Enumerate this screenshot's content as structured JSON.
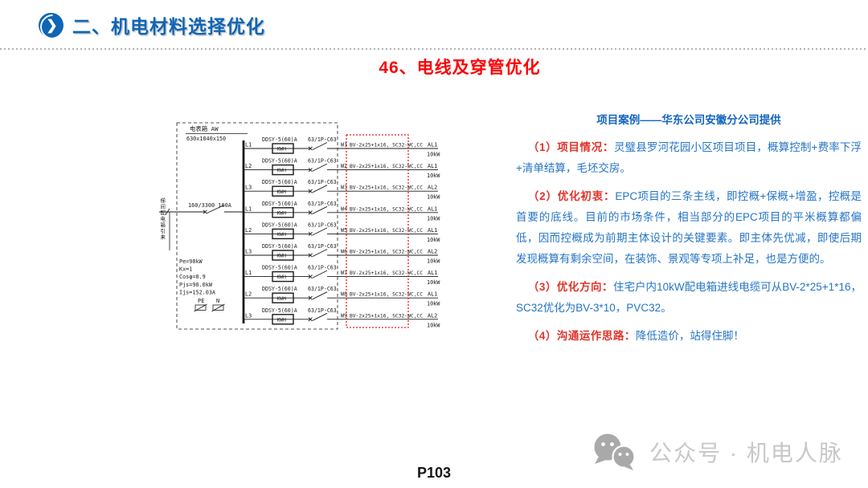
{
  "header": {
    "section_title": "二、机电材料选择优化"
  },
  "title": "46、电线及穿管优化",
  "page_number": "P103",
  "watermark": {
    "icon": "wechat-icon",
    "text": "公众号 · 机电人脉"
  },
  "colors": {
    "accent_blue": "#0f65b5",
    "title_red": "#fb0305",
    "label_red": "#e0342a",
    "body_blue": "#2575c5",
    "highlight_red": "#ea1c24",
    "watermark_gray": "#c8c8c8",
    "watermark_icon_gray": "#a9a9a9"
  },
  "diagram": {
    "meter_box": {
      "name": "电表箱 AW",
      "size": "630x1040x150"
    },
    "incoming": {
      "label": "160/3300 160A",
      "source": "梯间配电箱引来"
    },
    "params": [
      "Pe=90kW",
      "Kx=1",
      "Cosφ=0.9",
      "Pjs=90.0kW",
      "Ijs=152.03A"
    ],
    "pe_label": "PE",
    "n_label": "N",
    "branches": [
      {
        "phase": "L1",
        "meter": "DDSY-5(60)A",
        "meter_display": "KWH",
        "breaker": "63/1P-C63",
        "wire": "W1",
        "cable": "BV-2x25+1x16, SC32-WC,CC",
        "dest": "AL1",
        "power": "10kW"
      },
      {
        "phase": "L2",
        "meter": "DDSY-5(60)A",
        "meter_display": "KWH",
        "breaker": "63/1P-C63",
        "wire": "W2",
        "cable": "BV-2x25+1x16, SC32-WC,CC",
        "dest": "AL1",
        "power": "10kW"
      },
      {
        "phase": "L3",
        "meter": "DDSY-5(60)A",
        "meter_display": "KWH",
        "breaker": "63/1P-C63",
        "wire": "W3",
        "cable": "BV-2x25+1x16, SC32-WC,CC",
        "dest": "AL2",
        "power": "10kW"
      },
      {
        "phase": "L1",
        "meter": "DDSY-5(60)A",
        "meter_display": "KWH",
        "breaker": "63/1P-C63",
        "wire": "W4",
        "cable": "BV-2x25+1x16, SC32-WC,CC",
        "dest": "AL1",
        "power": "10kW"
      },
      {
        "phase": "L2",
        "meter": "DDSY-5(60)A",
        "meter_display": "KWH",
        "breaker": "63/1P-C63",
        "wire": "W5",
        "cable": "BV-2x25+1x16, SC32-WC,CC",
        "dest": "AL1",
        "power": "10kW"
      },
      {
        "phase": "L3",
        "meter": "DDSY-5(60)A",
        "meter_display": "KWH",
        "breaker": "63/1P-C63",
        "wire": "W6",
        "cable": "BV-2x25+1x16, SC32-WC,CC",
        "dest": "AL2",
        "power": "10kW"
      },
      {
        "phase": "L1",
        "meter": "DDSY-5(60)A",
        "meter_display": "KWH",
        "breaker": "63/1P-C63",
        "wire": "W7",
        "cable": "BV-2x25+1x16, SC32-WC,CC",
        "dest": "AL1",
        "power": "10kW"
      },
      {
        "phase": "L2",
        "meter": "DDSY-5(60)A",
        "meter_display": "KWH",
        "breaker": "63/1P-C63",
        "wire": "W8",
        "cable": "BV-2x25+1x16, SC32-WC,CC",
        "dest": "AL1",
        "power": "10kW"
      },
      {
        "phase": "L3",
        "meter": "DDSY-5(60)A",
        "meter_display": "KWH",
        "breaker": "63/1P-C63",
        "wire": "W9",
        "cable": "BV-2x25+1x16, SC32-WC,CC",
        "dest": "AL2",
        "power": "10kW"
      }
    ]
  },
  "case": {
    "heading": "项目案例——华东公司安徽分公司提供",
    "paragraphs": [
      {
        "label": "（1）项目情况：",
        "text": "灵璧县罗河花园小区项目项目，概算控制+费率下浮+清单结算，毛坯交房。"
      },
      {
        "label": "（2）优化初衷：",
        "text": "EPC项目的三条主线，即控概+保概+增盈，控概是首要的底线。目前的市场条件，相当部分的EPC项目的平米概算都偏低，因而控概成为前期主体设计的关键要素。即主体先优减，即使后期发现概算有剩余空间，在装饰、景观等专项上补足，也是方便的。"
      },
      {
        "label": "（3）优化方向：",
        "text": "住宅户内10kW配电箱进线电缆可从BV-2*25+1*16，SC32优化为BV-3*10，PVC32。"
      },
      {
        "label": "（4）沟通运作思路：",
        "text": "降低造价，站得住脚！"
      }
    ]
  }
}
